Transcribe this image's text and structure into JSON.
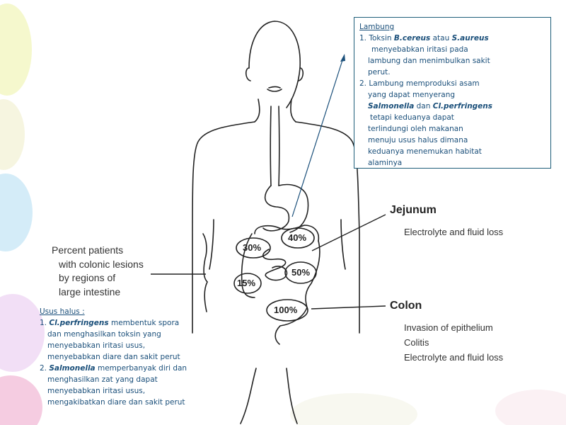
{
  "lambung": {
    "title": "Lambung",
    "p1_prefix": "1. Toksin ",
    "p1_org1": "B.cereus",
    "p1_mid": " atau ",
    "p1_org2": "S.aureus",
    "p1_line2": "menyebabkan iritasi pada",
    "p1_line3": "lambung dan menimbulkan sakit",
    "p1_line4": "perut.",
    "p2_line1": "2. Lambung memproduksi asam",
    "p2_line2": "yang dapat menyerang",
    "p2_org1": "Salmonella",
    "p2_and": " dan ",
    "p2_org2": "Cl.perfringens",
    "p2_line4": "tetapi keduanya dapat",
    "p2_line5": "terlindungi oleh makanan",
    "p2_line6": "menuju usus halus dimana",
    "p2_line7": "keduanya menemukan habitat",
    "p2_line8": "alaminya"
  },
  "usus_halus": {
    "title": "Usus halus :",
    "p1_num": "1. ",
    "p1_org": "Cl.perfringens",
    "p1_rest": " membentuk spora",
    "p1_line2": "dan menghasilkan toksin yang",
    "p1_line3": "menyebabkan iritasi usus,",
    "p1_line4": "menyebabkan diare dan sakit perut",
    "p2_num": "2. ",
    "p2_org": "Salmonella",
    "p2_rest": " memperbanyak diri dan",
    "p2_line2": "menghasilkan zat yang dapat",
    "p2_line3": "menyebabkan iritasi usus,",
    "p2_line4": "mengakibatkan diare dan sakit perut"
  },
  "figure": {
    "percent_label": [
      "Percent patients",
      "with colonic lesions",
      "by regions of",
      "large intestine"
    ],
    "jejunum_heading": "Jejunum",
    "jejunum_symptom": "Electrolyte and fluid loss",
    "colon_heading": "Colon",
    "colon_symptoms": [
      "Invasion of epithelium",
      "Colitis",
      "Electrolyte and fluid loss"
    ],
    "bubbles": {
      "b30": "30%",
      "b40": "40%",
      "b50": "50%",
      "b15": "15%",
      "b100": "100%"
    }
  },
  "colors": {
    "text_blue": "#1a4f7a",
    "box_border": "#1f5f7a",
    "arrow": "#1a4f7a"
  }
}
